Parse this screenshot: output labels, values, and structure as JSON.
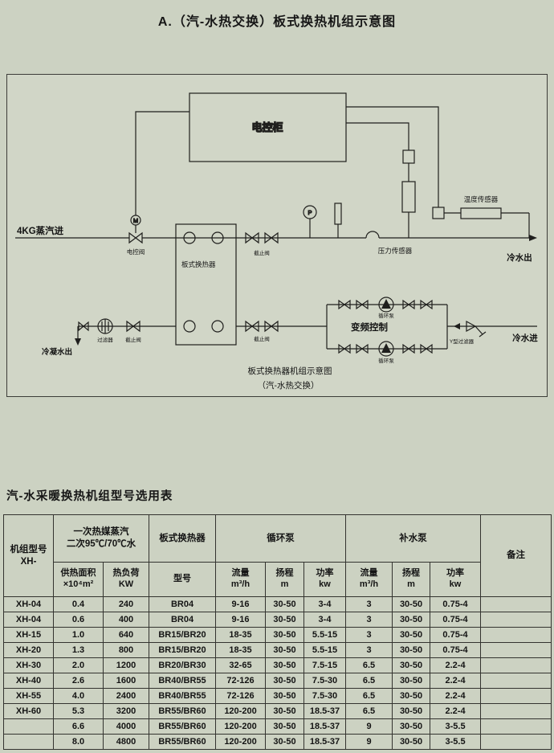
{
  "page": {
    "title": "A.（汽-水热交换）板式换热机组示意图",
    "table_title": "汽-水采暖换热机组型号选用表"
  },
  "diagram": {
    "labels": {
      "control_cabinet": "电控柜",
      "steam_inlet": "4KG蒸汽进",
      "electric_valve": "电控阀",
      "motor_m": "M",
      "gauge_p": "P",
      "plate_heat_exchanger": "板式换热器",
      "stop_valve": "截止阀",
      "filter": "过滤器",
      "temperature_sensor": "温度传感器",
      "pressure_sensor": "压力传感器",
      "cold_water_out": "冷水出",
      "condensate_out": "冷凝水出",
      "cold_water_in": "冷水进",
      "vfd_control": "变频控制",
      "circulation_pump": "循环泵",
      "y_strainer": "Y型过滤器",
      "caption_line1": "板式换热器机组示意图",
      "caption_line2": "（汽-水热交换）"
    }
  },
  "table": {
    "header": {
      "col_model_line1": "机组型号",
      "col_model_line2": "XH-",
      "group_primary_line1": "一次热媒蒸汽",
      "group_primary_line2": "二次95℃/70℃水",
      "group_phe": "板式换热器",
      "group_circ_pump": "循环泵",
      "group_makeup_pump": "补水泵",
      "col_remark": "备注",
      "sub_area_line1": "供热面积",
      "sub_area_line2": "×10⁴m²",
      "sub_load_line1": "热负荷",
      "sub_load_line2": "KW",
      "sub_model": "型号",
      "sub_flow_line1": "流量",
      "sub_flow_line2": "m³/h",
      "sub_head_line1": "扬程",
      "sub_head_line2": "m",
      "sub_power_line1": "功率",
      "sub_power_line2": "kw"
    },
    "rows": [
      [
        "XH-04",
        "0.4",
        "240",
        "BR04",
        "9-16",
        "30-50",
        "3-4",
        "3",
        "30-50",
        "0.75-4",
        ""
      ],
      [
        "XH-04",
        "0.6",
        "400",
        "BR04",
        "9-16",
        "30-50",
        "3-4",
        "3",
        "30-50",
        "0.75-4",
        ""
      ],
      [
        "XH-15",
        "1.0",
        "640",
        "BR15/BR20",
        "18-35",
        "30-50",
        "5.5-15",
        "3",
        "30-50",
        "0.75-4",
        ""
      ],
      [
        "XH-20",
        "1.3",
        "800",
        "BR15/BR20",
        "18-35",
        "30-50",
        "5.5-15",
        "3",
        "30-50",
        "0.75-4",
        ""
      ],
      [
        "XH-30",
        "2.0",
        "1200",
        "BR20/BR30",
        "32-65",
        "30-50",
        "7.5-15",
        "6.5",
        "30-50",
        "2.2-4",
        ""
      ],
      [
        "XH-40",
        "2.6",
        "1600",
        "BR40/BR55",
        "72-126",
        "30-50",
        "7.5-30",
        "6.5",
        "30-50",
        "2.2-4",
        ""
      ],
      [
        "XH-55",
        "4.0",
        "2400",
        "BR40/BR55",
        "72-126",
        "30-50",
        "7.5-30",
        "6.5",
        "30-50",
        "2.2-4",
        ""
      ],
      [
        "XH-60",
        "5.3",
        "3200",
        "BR55/BR60",
        "120-200",
        "30-50",
        "18.5-37",
        "6.5",
        "30-50",
        "2.2-4",
        ""
      ],
      [
        "",
        "6.6",
        "4000",
        "BR55/BR60",
        "120-200",
        "30-50",
        "18.5-37",
        "9",
        "30-50",
        "3-5.5",
        ""
      ],
      [
        "",
        "8.0",
        "4800",
        "BR55/BR60",
        "120-200",
        "30-50",
        "18.5-37",
        "9",
        "30-50",
        "3-5.5",
        ""
      ]
    ]
  }
}
